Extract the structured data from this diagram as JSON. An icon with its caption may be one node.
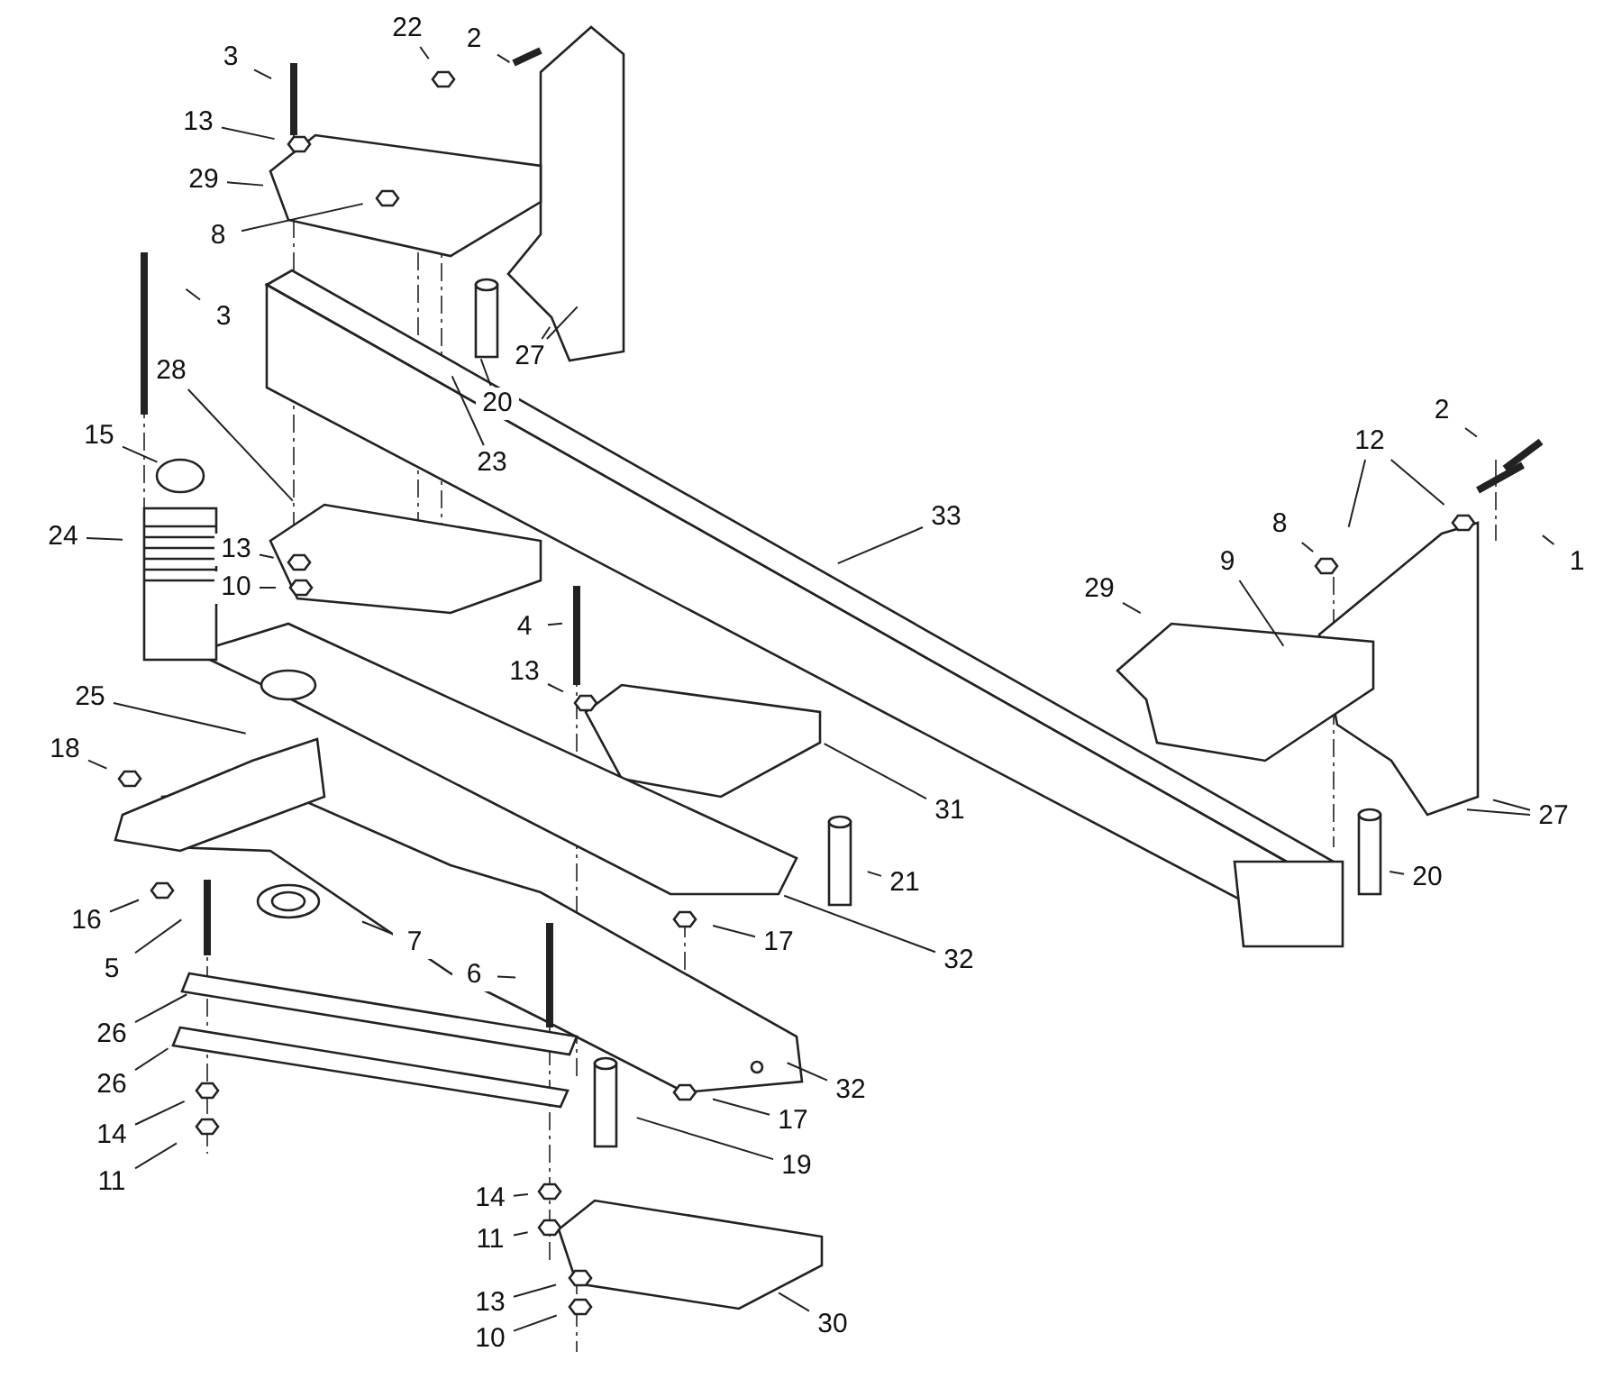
{
  "diagram": {
    "nodes": [
      {
        "text": [
          "3"
        ]
      },
      {
        "text": [
          "22"
        ]
      },
      {
        "text": [
          "2"
        ]
      },
      {
        "text": [
          "13"
        ]
      },
      {
        "text": [
          "29"
        ]
      },
      {
        "text": [
          "8"
        ]
      },
      {
        "text": [
          "3"
        ]
      },
      {
        "text": [
          "27"
        ]
      },
      {
        "text": [
          "20"
        ]
      },
      {
        "text": [
          "23"
        ]
      },
      {
        "text": [
          "28"
        ]
      },
      {
        "text": [
          "15"
        ]
      },
      {
        "text": [
          "24"
        ]
      },
      {
        "text": [
          "13"
        ]
      },
      {
        "text": [
          "10"
        ]
      },
      {
        "text": [
          "33"
        ]
      },
      {
        "text": [
          "2"
        ]
      },
      {
        "text": [
          "12"
        ]
      },
      {
        "text": [
          "1"
        ]
      },
      {
        "text": [
          "8"
        ]
      },
      {
        "text": [
          "29"
        ]
      },
      {
        "text": [
          "9"
        ]
      },
      {
        "text": [
          "4"
        ]
      },
      {
        "text": [
          "13"
        ]
      },
      {
        "text": [
          "25"
        ]
      },
      {
        "text": [
          "18"
        ]
      },
      {
        "text": [
          "31"
        ]
      },
      {
        "text": [
          "27"
        ]
      },
      {
        "text": [
          "21"
        ]
      },
      {
        "text": [
          "20"
        ]
      },
      {
        "text": [
          "16"
        ]
      },
      {
        "text": [
          "5"
        ]
      },
      {
        "text": [
          "7"
        ]
      },
      {
        "text": [
          "17"
        ]
      },
      {
        "text": [
          "32"
        ]
      },
      {
        "text": [
          "26"
        ]
      },
      {
        "text": [
          "6"
        ]
      },
      {
        "text": [
          "26"
        ]
      },
      {
        "text": [
          "14"
        ]
      },
      {
        "text": [
          "32"
        ]
      },
      {
        "text": [
          "17"
        ]
      },
      {
        "text": [
          "11"
        ]
      },
      {
        "text": [
          "19"
        ]
      },
      {
        "text": [
          "14"
        ]
      },
      {
        "text": [
          "11"
        ]
      },
      {
        "text": [
          "13"
        ]
      },
      {
        "text": [
          "10"
        ]
      },
      {
        "text": [
          "30"
        ]
      }
    ],
    "edges": [
      {
        "from": 0,
        "to": null,
        "arrow": "none"
      },
      {
        "from": 1,
        "to": null,
        "arrow": "none"
      },
      {
        "from": 2,
        "to": null,
        "arrow": "none"
      },
      {
        "from": 3,
        "to": null,
        "arrow": "none"
      },
      {
        "from": 4,
        "to": null,
        "arrow": "none"
      },
      {
        "from": 5,
        "to": null,
        "arrow": "none"
      },
      {
        "from": 6,
        "to": null,
        "arrow": "none"
      },
      {
        "from": 7,
        "to": null,
        "arrow": "none"
      },
      {
        "from": 7,
        "to": null,
        "arrow": "none"
      },
      {
        "from": 8,
        "to": null,
        "arrow": "none"
      },
      {
        "from": 9,
        "to": null,
        "arrow": "none"
      },
      {
        "from": 10,
        "to": null,
        "arrow": "none"
      },
      {
        "from": 11,
        "to": null,
        "arrow": "none"
      },
      {
        "from": 12,
        "to": null,
        "arrow": "none"
      },
      {
        "from": 13,
        "to": null,
        "arrow": "none"
      },
      {
        "from": 14,
        "to": null,
        "arrow": "none"
      },
      {
        "from": 15,
        "to": null,
        "arrow": "none"
      },
      {
        "from": 16,
        "to": null,
        "arrow": "none"
      },
      {
        "from": 17,
        "to": null,
        "arrow": "none"
      },
      {
        "from": 17,
        "to": null,
        "arrow": "none"
      },
      {
        "from": 18,
        "to": null,
        "arrow": "none"
      },
      {
        "from": 19,
        "to": null,
        "arrow": "none"
      },
      {
        "from": 20,
        "to": null,
        "arrow": "none"
      },
      {
        "from": 21,
        "to": null,
        "arrow": "none"
      },
      {
        "from": 22,
        "to": null,
        "arrow": "none"
      },
      {
        "from": 23,
        "to": null,
        "arrow": "none"
      },
      {
        "from": 24,
        "to": null,
        "arrow": "none"
      },
      {
        "from": 25,
        "to": null,
        "arrow": "none"
      },
      {
        "from": 26,
        "to": null,
        "arrow": "none"
      },
      {
        "from": 27,
        "to": null,
        "arrow": "none"
      },
      {
        "from": 27,
        "to": null,
        "arrow": "none"
      },
      {
        "from": 28,
        "to": null,
        "arrow": "none"
      },
      {
        "from": 29,
        "to": null,
        "arrow": "none"
      },
      {
        "from": 30,
        "to": null,
        "arrow": "none"
      },
      {
        "from": 31,
        "to": null,
        "arrow": "none"
      },
      {
        "from": 32,
        "to": null,
        "arrow": "none"
      },
      {
        "from": 33,
        "to": null,
        "arrow": "none"
      },
      {
        "from": 34,
        "to": null,
        "arrow": "none"
      },
      {
        "from": 35,
        "to": null,
        "arrow": "none"
      },
      {
        "from": 36,
        "to": null,
        "arrow": "none"
      },
      {
        "from": 37,
        "to": null,
        "arrow": "none"
      },
      {
        "from": 38,
        "to": null,
        "arrow": "none"
      },
      {
        "from": 39,
        "to": null,
        "arrow": "none"
      },
      {
        "from": 40,
        "to": null,
        "arrow": "none"
      },
      {
        "from": 41,
        "to": null,
        "arrow": "none"
      },
      {
        "from": 42,
        "to": null,
        "arrow": "none"
      },
      {
        "from": 43,
        "to": null,
        "arrow": "none"
      },
      {
        "from": 44,
        "to": null,
        "arrow": "none"
      },
      {
        "from": 45,
        "to": null,
        "arrow": "none"
      },
      {
        "from": 46,
        "to": null,
        "arrow": "none"
      },
      {
        "from": 47,
        "to": null,
        "arrow": "none"
      }
    ]
  }
}
